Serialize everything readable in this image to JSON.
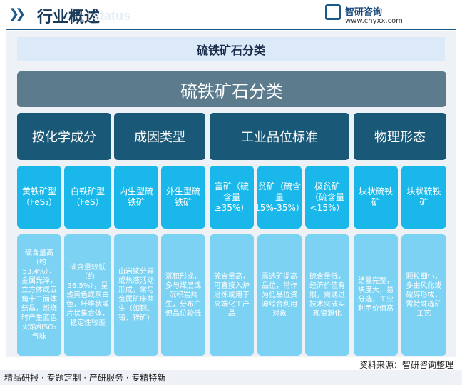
{
  "header": {
    "title": "行业概述",
    "watermark": "status",
    "logo_text": "智研咨询",
    "logo_url": "www.chyxx.com"
  },
  "subtitle": "硫铁矿石分类",
  "main_title": "硫铁矿石分类",
  "categories": [
    {
      "label": "按化学成分"
    },
    {
      "label": "成因类型"
    },
    {
      "label": "工业品位标准"
    },
    {
      "label": "物理形态"
    }
  ],
  "subtypes": [
    {
      "label": "黄铁矿型（FeS₂）",
      "desc": "硫含量高（约53.4%），金属光泽，立方体或五角十二面体结晶，燃烧时产生蓝色火焰和SO₂气味"
    },
    {
      "label": "白铁矿型（FeS）",
      "desc": "硫含量较低（约36.5%），呈浅黄色或灰白色，纤维状或片状集合体，稳定性较差"
    },
    {
      "label": "内生型硫铁矿",
      "desc": "由岩浆分异或热液活动形成，常与金属矿床共生（如铜、铅、锌矿）"
    },
    {
      "label": "外生型硫铁矿",
      "desc": "沉积形成，多与煤层或沉积岩共生，分布广但品位较低"
    },
    {
      "label": "富矿（硫含量≥35%）",
      "desc": "硫含量高，可直接入炉冶炼或用于高端化工产品"
    },
    {
      "label": "贫矿（硫含量15%-35%）",
      "desc": "需选矿提高品位，常作为低品位资源综合利用对象"
    },
    {
      "label": "极贫矿（硫含量<15%）",
      "desc": "硫含量低，经济价值有限，需通过技术突破实现资源化"
    },
    {
      "label": "块状硫铁矿",
      "desc": "结晶完整，块度大，易分选，工业利用价值高"
    },
    {
      "label": "块状硫铁矿",
      "desc": "颗粒细小，多由风化或破碎形成，需特殊选矿工艺"
    }
  ],
  "footer": {
    "source": "资料来源：智研咨询整理",
    "tags": "精品研报 · 专题定制 · 产研服务 · 专精特新"
  },
  "colors": {
    "main": "#5c7c8e",
    "category": "#1a5878",
    "subtype": "#1ab8ea",
    "desc": "#7bd2f3"
  }
}
